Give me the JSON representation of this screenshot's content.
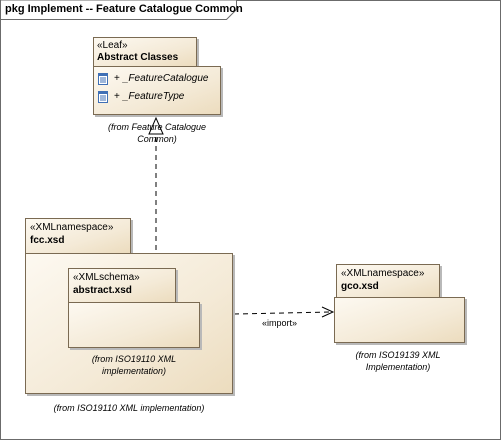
{
  "frame": {
    "title": "pkg Implement -- Feature Catalogue Common"
  },
  "abstract_classes": {
    "stereotype": "«Leaf»",
    "name": "Abstract Classes",
    "attributes": [
      {
        "visibility": "+",
        "name": "_FeatureCatalogue"
      },
      {
        "visibility": "+",
        "name": "_FeatureType"
      }
    ],
    "from_note_line1": "(from Feature Catalogue",
    "from_note_line2": "Common)"
  },
  "fcc": {
    "stereotype": "«XMLnamespace»",
    "name": "fcc.xsd",
    "from_note": "(from ISO19110 XML implementation)"
  },
  "abstract_xsd": {
    "stereotype": "«XMLschema»",
    "name": "abstract.xsd",
    "from_note_line1": "(from ISO19110 XML",
    "from_note_line2": "implementation)"
  },
  "gco": {
    "stereotype": "«XMLnamespace»",
    "name": "gco.xsd",
    "from_note_line1": "(from ISO19139 XML",
    "from_note_line2": "Implementation)"
  },
  "import_dependency": {
    "label": "«import»"
  },
  "colors": {
    "box_border": "#7a6a52",
    "box_fill_light": "#fdf9f1",
    "box_fill_dark": "#ecdcbe",
    "icon_blue": "#3f6fb5",
    "frame_border": "#6b6b6b"
  }
}
